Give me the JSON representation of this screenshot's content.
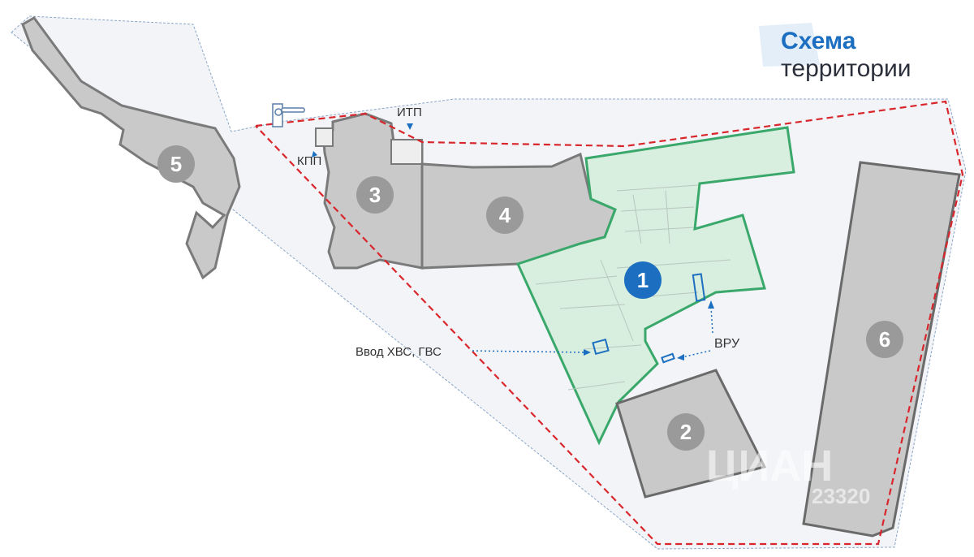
{
  "title": {
    "line1": "Схема",
    "line2": "территории"
  },
  "buildings": [
    {
      "number": "1",
      "highlighted": true
    },
    {
      "number": "2"
    },
    {
      "number": "3"
    },
    {
      "number": "4"
    },
    {
      "number": "5"
    },
    {
      "number": "6"
    }
  ],
  "annotations": {
    "kpp": "КПП",
    "itp": "ИТП",
    "water_input": "Ввод ХВС, ГВС",
    "vru": "ВРУ"
  },
  "watermark": {
    "text": "ЦИАН",
    "code": "23320"
  },
  "colors": {
    "highlight": "#3aa86b",
    "badge_highlight": "#1c6fc0",
    "badge": "#9a9a9a",
    "boundary": "#d9262c"
  }
}
